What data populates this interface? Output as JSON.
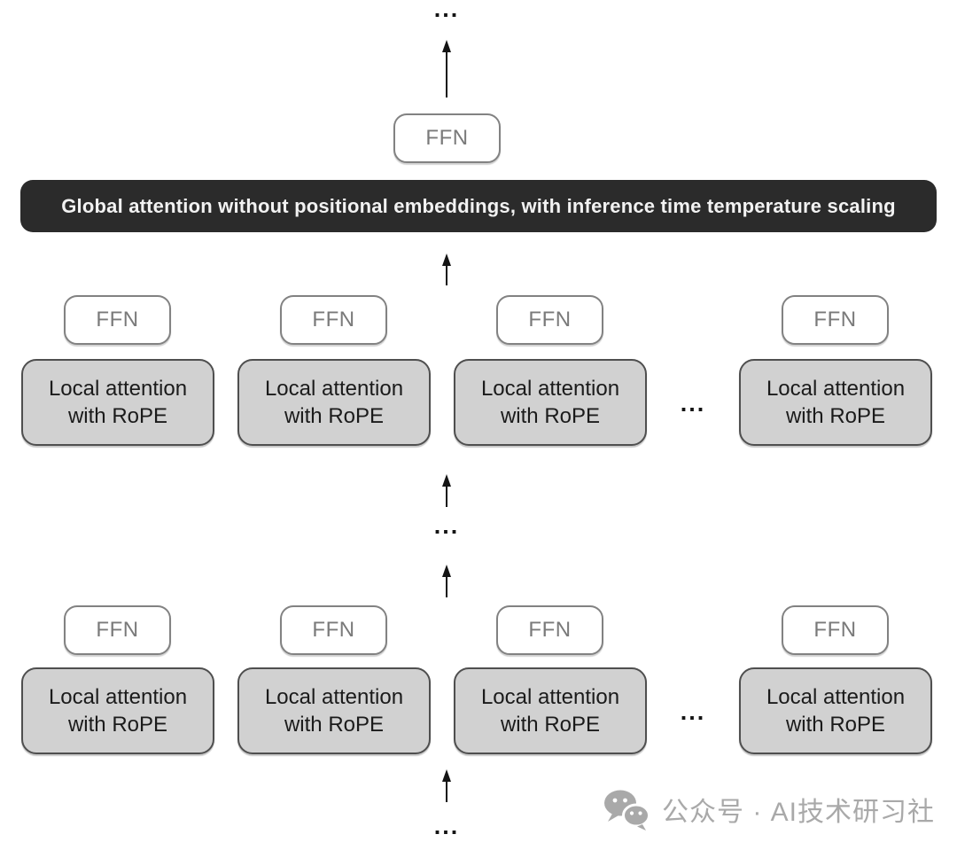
{
  "ellipsis": {
    "top": "...",
    "middle": "...",
    "bottom": "..."
  },
  "global_layer": {
    "ffn_label": "FFN",
    "attention_label": "Global attention without positional embeddings, with inference time temperature scaling"
  },
  "upper_group": {
    "ellipsis": "...",
    "columns": [
      {
        "ffn": "FFN",
        "local_line1": "Local attention",
        "local_line2": "with RoPE"
      },
      {
        "ffn": "FFN",
        "local_line1": "Local attention",
        "local_line2": "with RoPE"
      },
      {
        "ffn": "FFN",
        "local_line1": "Local attention",
        "local_line2": "with RoPE"
      },
      {
        "ffn": "FFN",
        "local_line1": "Local attention",
        "local_line2": "with RoPE"
      }
    ]
  },
  "lower_group": {
    "ellipsis": "...",
    "columns": [
      {
        "ffn": "FFN",
        "local_line1": "Local attention",
        "local_line2": "with RoPE"
      },
      {
        "ffn": "FFN",
        "local_line1": "Local attention",
        "local_line2": "with RoPE"
      },
      {
        "ffn": "FFN",
        "local_line1": "Local attention",
        "local_line2": "with RoPE"
      },
      {
        "ffn": "FFN",
        "local_line1": "Local attention",
        "local_line2": "with RoPE"
      }
    ]
  },
  "watermark": {
    "icon": "wechat-icon",
    "text": "公众号 · AI技术研习社"
  },
  "colors": {
    "background": "#ffffff",
    "global_bar_bg": "#2b2b2b",
    "global_bar_text": "#f2f2f2",
    "local_box_bg": "#d1d1d1",
    "local_box_border": "#4f4f4f",
    "ffn_box_border": "#828282",
    "ffn_text": "#7a7a7a",
    "local_text": "#1b1b1b",
    "arrow_color": "#141414",
    "watermark_color": "#a9a9a9"
  }
}
